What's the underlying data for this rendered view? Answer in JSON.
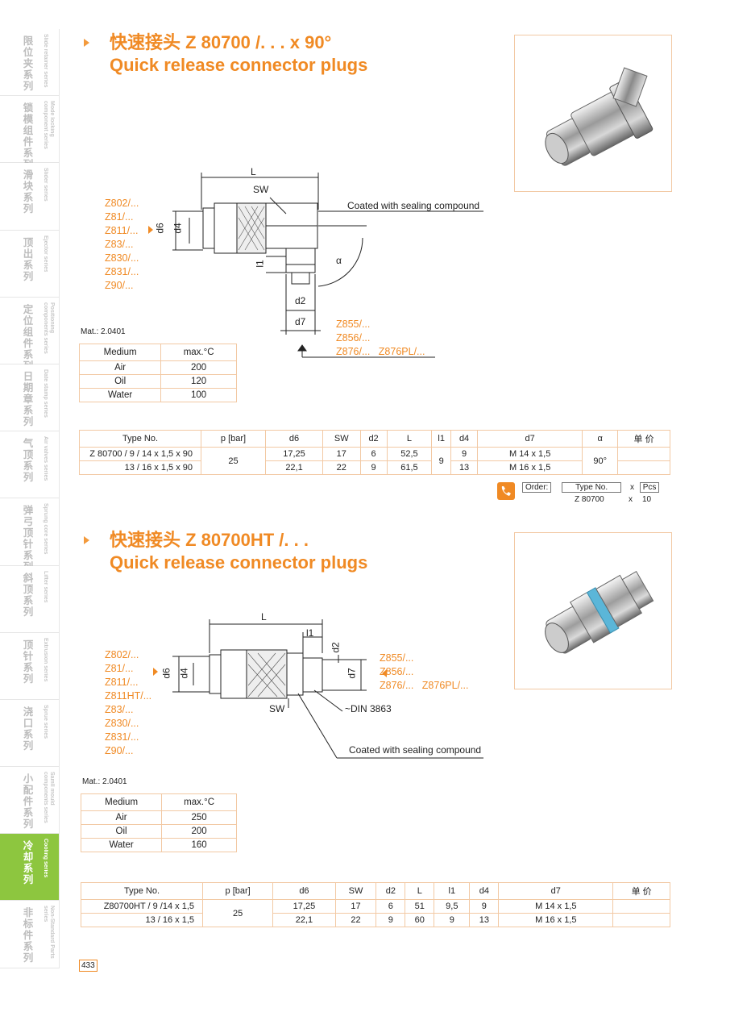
{
  "sidebar": {
    "items": [
      {
        "zh": "限位夹系列",
        "en": "Slide retainer series",
        "active": false
      },
      {
        "zh": "锁模组件系列",
        "en": "Mode locking component series",
        "active": false
      },
      {
        "zh": "滑块系列",
        "en": "Slider series",
        "active": false
      },
      {
        "zh": "顶出系列",
        "en": "Ejector series",
        "active": false
      },
      {
        "zh": "定位组件系列",
        "en": "Positioning components series",
        "active": false
      },
      {
        "zh": "日期章系列",
        "en": "Date stamp series",
        "active": false
      },
      {
        "zh": "气顶系列",
        "en": "Air valves series",
        "active": false
      },
      {
        "zh": "弹弓顶针系列",
        "en": "Sprung core series",
        "active": false
      },
      {
        "zh": "斜顶系列",
        "en": "Lifter series",
        "active": false
      },
      {
        "zh": "顶针系列",
        "en": "Extrusion series",
        "active": false
      },
      {
        "zh": "浇口系列",
        "en": "Sprue series",
        "active": false
      },
      {
        "zh": "小配件系列",
        "en": "Samll mould components series",
        "active": false
      },
      {
        "zh": "冷却系列",
        "en": "Cooling series",
        "active": true
      },
      {
        "zh": "非标件系列",
        "en": "Non-Standard Parts series",
        "active": false
      }
    ]
  },
  "section1": {
    "title_zh": "快速接头 Z 80700 /. . . x 90°",
    "title_en": "Quick release connector plugs",
    "callouts_left": [
      "Z802/...",
      "Z81/...",
      "Z811/...",
      "Z83/...",
      "Z830/...",
      "Z831/...",
      "Z90/..."
    ],
    "callouts_bottom": [
      "Z855/...",
      "Z856/...",
      "Z876/...   Z876PL/..."
    ],
    "note": "Coated with sealing compound",
    "dims": {
      "L": "L",
      "SW": "SW",
      "d6": "d6",
      "d4": "d4",
      "l1": "l1",
      "d2": "d2",
      "d7": "d7",
      "alpha": "α"
    },
    "mat": "Mat.: 2.0401",
    "medium_table": {
      "headers": [
        "Medium",
        "max.°C"
      ],
      "rows": [
        [
          "Air",
          "200"
        ],
        [
          "Oil",
          "120"
        ],
        [
          "Water",
          "100"
        ]
      ]
    },
    "type_table": {
      "headers": [
        "Type No.",
        "p [bar]",
        "d6",
        "SW",
        "d2",
        "L",
        "l1",
        "d4",
        "d7",
        "α",
        "单 价"
      ],
      "rows": [
        [
          "Z 80700 / 9 / 14 x 1,5 x 90",
          "17,25",
          "17",
          "6",
          "52,5",
          "9",
          "M 14 x 1,5"
        ],
        [
          "13 / 16 x 1,5 x 90",
          "22,1",
          "22",
          "9",
          "61,5",
          "13",
          "M 16 x 1,5"
        ]
      ],
      "p_bar": "25",
      "l1": "9",
      "alpha": "90°"
    },
    "order": {
      "label": "Order:",
      "type_label": "Type No.",
      "x": "x",
      "pcs": "Pcs",
      "type_value": "Z 80700",
      "qty": "10"
    }
  },
  "section2": {
    "title_zh": "快速接头 Z 80700HT /. . .",
    "title_en": "Quick release connector plugs",
    "callouts_left": [
      "Z802/...",
      "Z81/...",
      "Z811/...",
      "Z811HT/...",
      "Z83/...",
      "Z830/...",
      "Z831/...",
      "Z90/..."
    ],
    "callouts_right": [
      "Z855/...",
      "Z856/...",
      "Z876/...   Z876PL/..."
    ],
    "note_din": "~DIN 3863",
    "note": "Coated with sealing compound",
    "dims": {
      "L": "L",
      "l1": "l1",
      "d2": "d2",
      "d6": "d6",
      "d4": "d4",
      "d7": "d7",
      "SW": "SW"
    },
    "mat": "Mat.: 2.0401",
    "medium_table": {
      "headers": [
        "Medium",
        "max.°C"
      ],
      "rows": [
        [
          "Air",
          "250"
        ],
        [
          "Oil",
          "200"
        ],
        [
          "Water",
          "160"
        ]
      ]
    },
    "type_table": {
      "headers": [
        "Type No.",
        "p [bar]",
        "d6",
        "SW",
        "d2",
        "L",
        "l1",
        "d4",
        "d7",
        "单 价"
      ],
      "rows": [
        [
          "Z80700HT / 9 /14 x 1,5",
          "17,25",
          "17",
          "6",
          "51",
          "9,5",
          "9",
          "M 14 x 1,5"
        ],
        [
          "13 / 16 x 1,5",
          "22,1",
          "22",
          "9",
          "60",
          "9",
          "13",
          "M 16 x 1,5"
        ]
      ],
      "p_bar": "25"
    }
  },
  "page_number": "433",
  "colors": {
    "accent": "#f08a24",
    "table_border": "#f2c9a4",
    "active_tab": "#8dc63f"
  }
}
